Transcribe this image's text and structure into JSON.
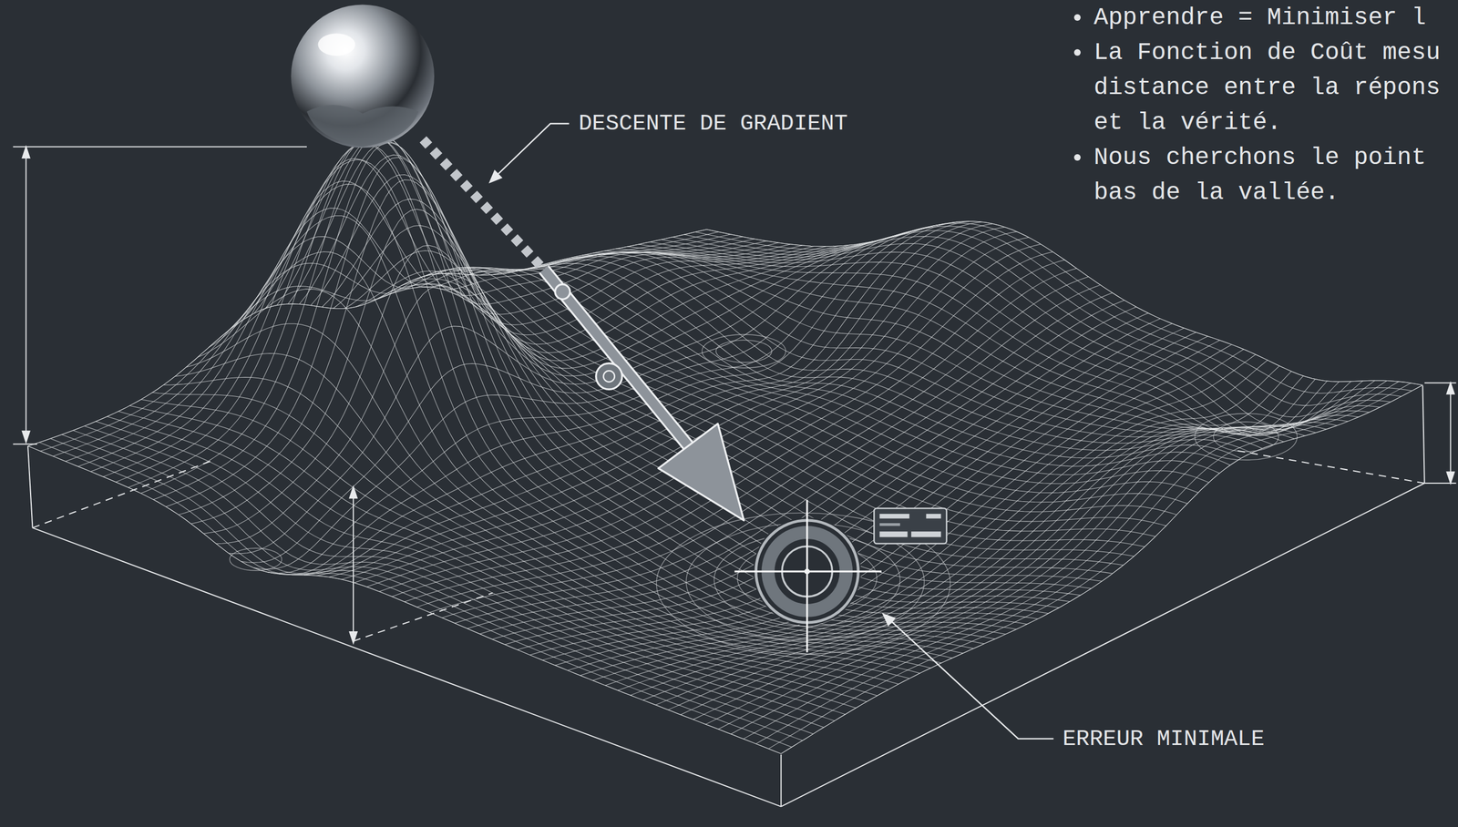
{
  "diagram": {
    "labels": [
      "Apprendre = Minimiser l",
      "La Fonction de Coût mesu distance entre la répons et la vérité.",
      "Nous cherchons le point bas de la vallée.",
      "DESCENTE DE GRADIENT",
      "ERREUR MINIMALE"
    ]
  }
}
